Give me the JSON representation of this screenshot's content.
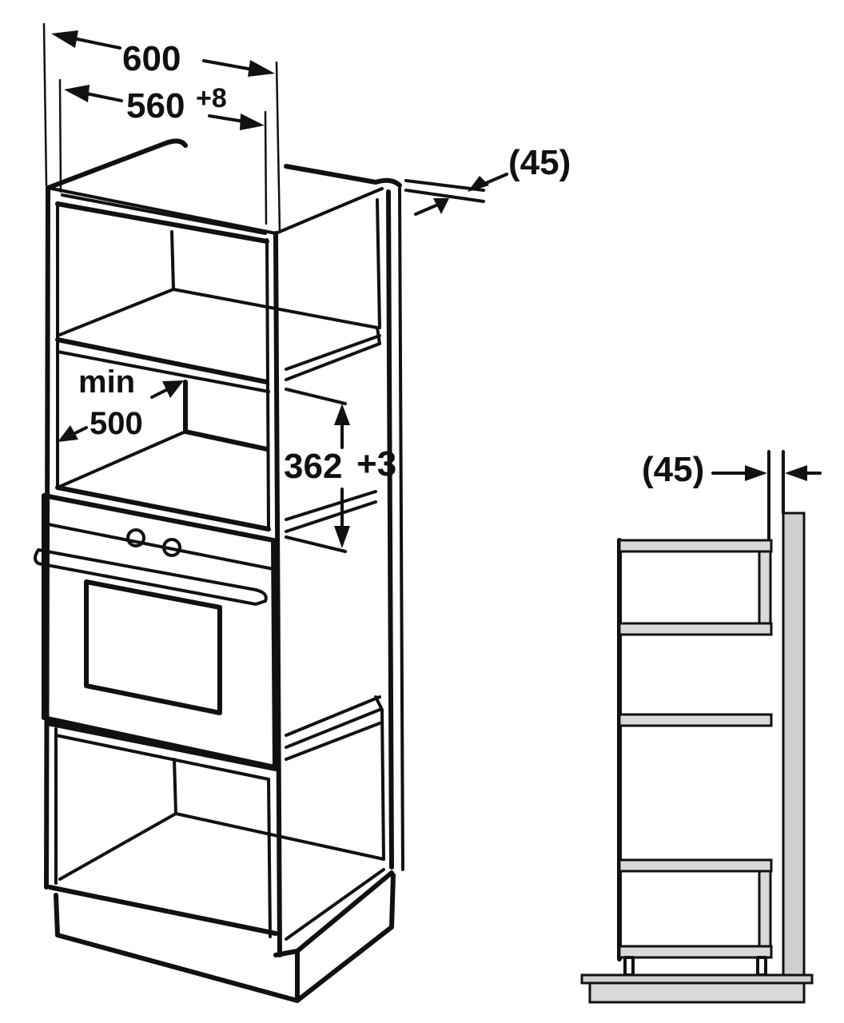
{
  "dimensions": {
    "cabinet_width": "600",
    "niche_width": "560",
    "niche_width_tolerance": "+8",
    "niche_height": "362",
    "niche_height_tolerance": "+3",
    "min_depth_line1": "min",
    "min_depth_line2": "500",
    "rear_gap_top": "(45)",
    "rear_gap_side": "(45)"
  },
  "colors": {
    "line": "#111111",
    "shelf_fill": "#d9d9d9",
    "wall_fill": "#cfcfcf",
    "background": "#ffffff"
  }
}
